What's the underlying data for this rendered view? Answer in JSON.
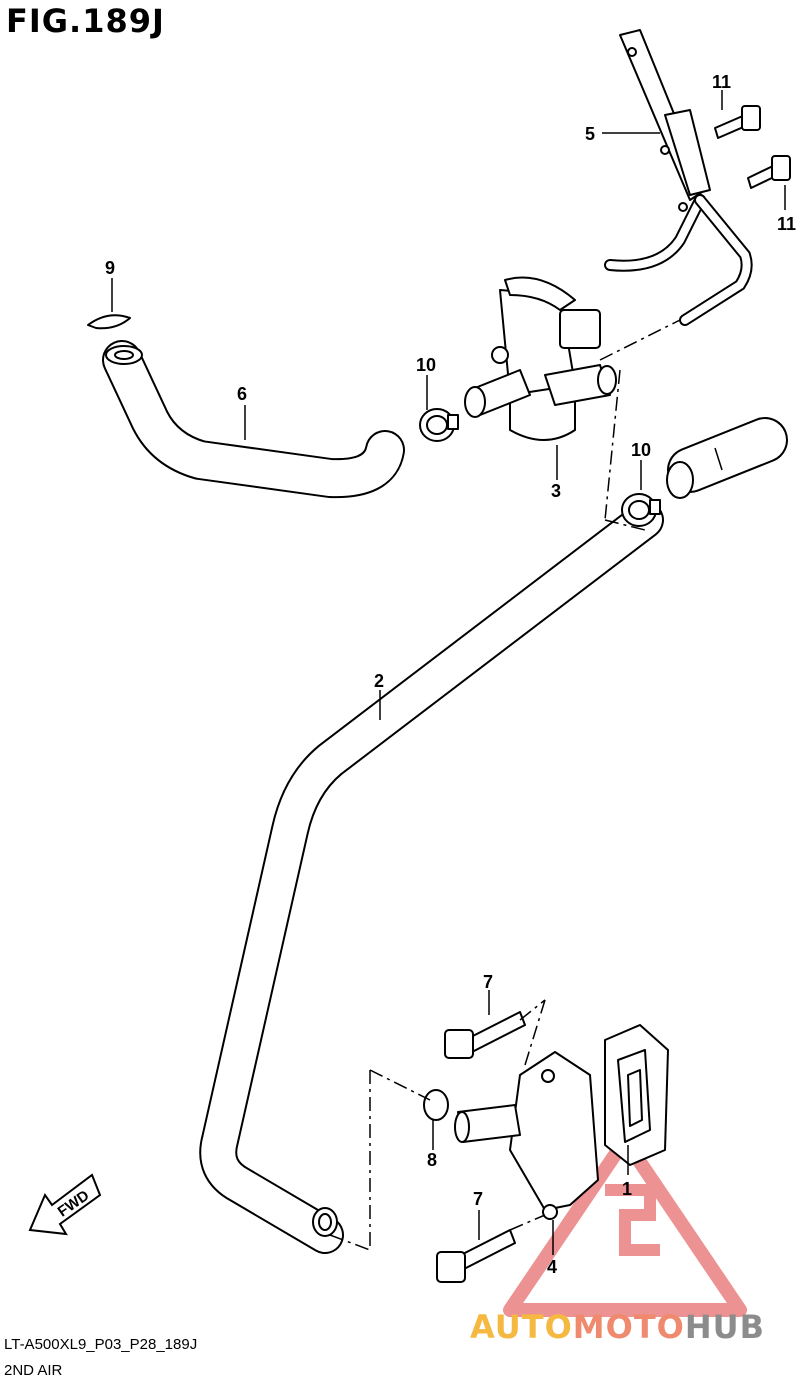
{
  "figure": {
    "title": "FIG.189J",
    "model_code": "LT-A500XL9_P03_P28_189J",
    "section_name": "2ND AIR"
  },
  "callouts": {
    "c1": "1",
    "c2": "2",
    "c3": "3",
    "c4": "4",
    "c5": "5",
    "c6": "6",
    "c7a": "7",
    "c7b": "7",
    "c8": "8",
    "c9": "9",
    "c10a": "10",
    "c10b": "10",
    "c11a": "11",
    "c11b": "11"
  },
  "direction_label": "FWD",
  "watermark": {
    "part1": "AUTO",
    "part2": "MOTO",
    "part3": "HUB",
    "colors": {
      "auto": "#f5b942",
      "moto": "#f08a6e",
      "hub": "#8c8c8c",
      "triangle": "#e03a3a"
    }
  }
}
